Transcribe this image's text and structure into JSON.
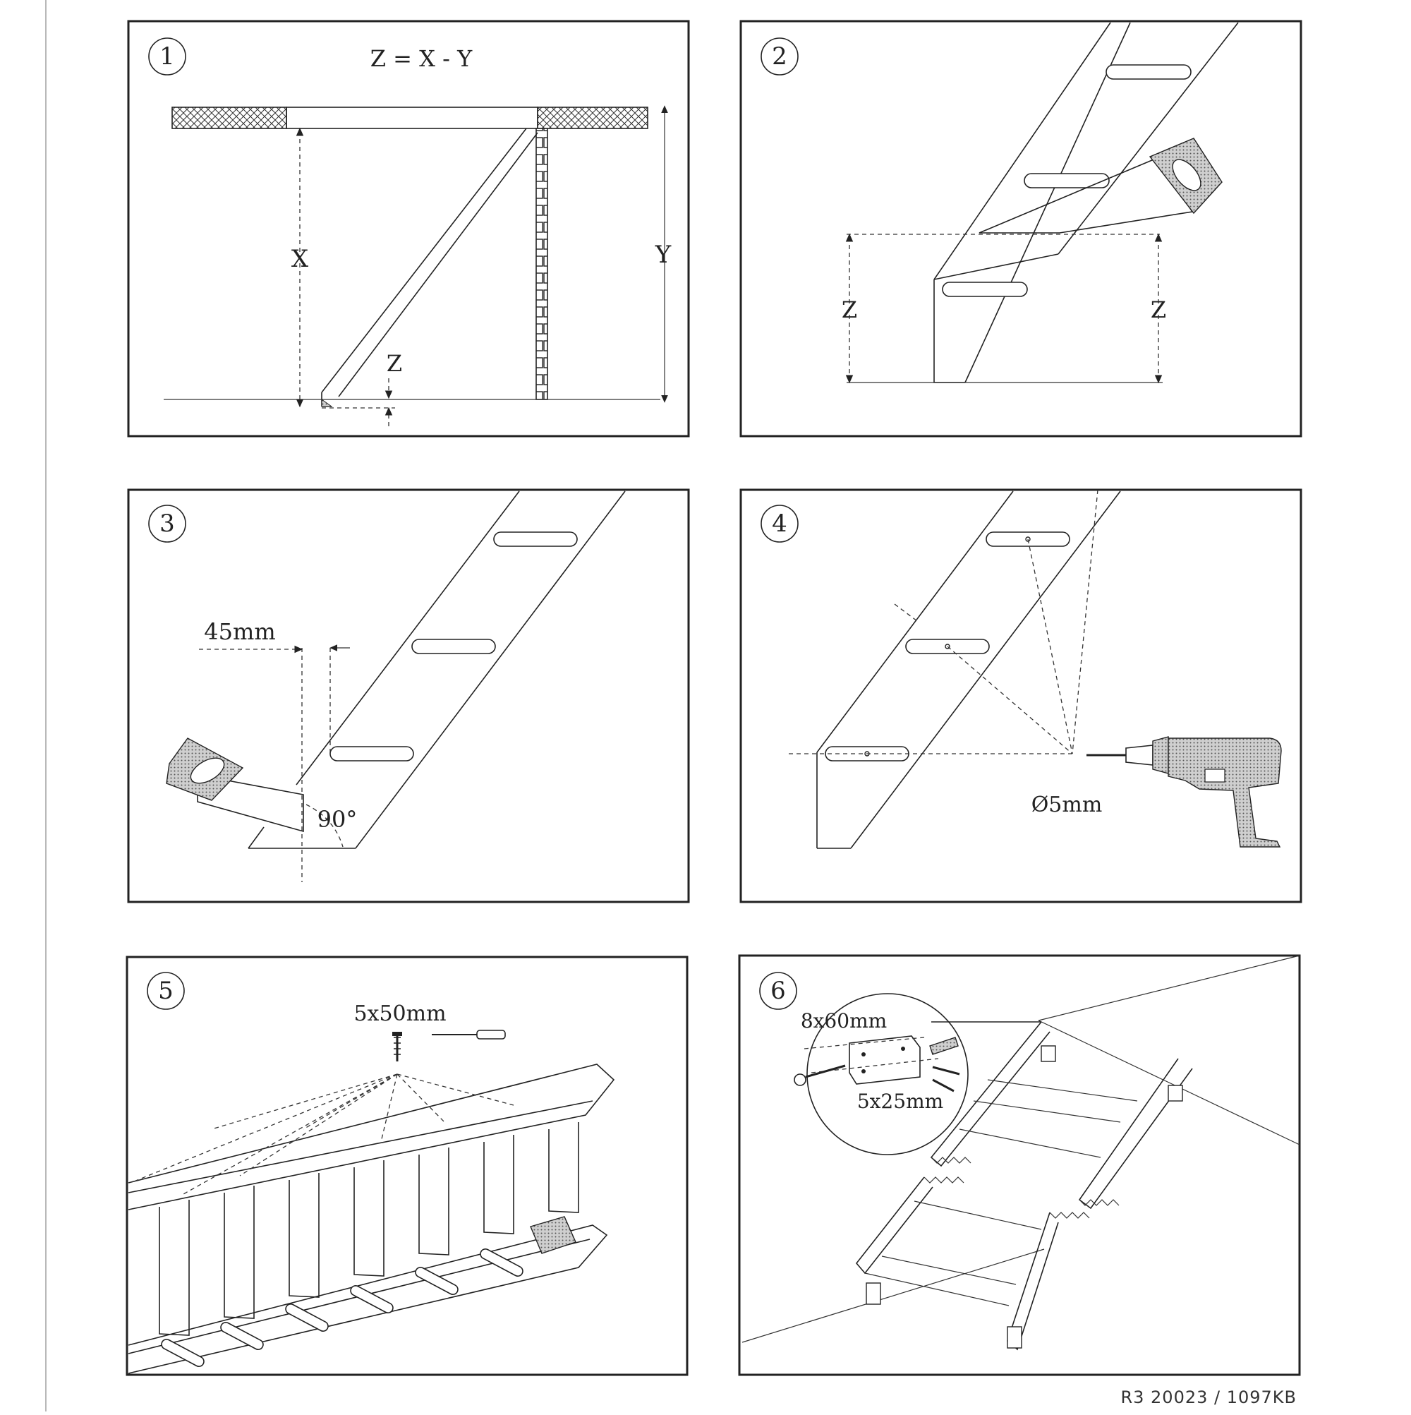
{
  "panels": [
    {
      "number": "1",
      "formula": "Z = X - Y",
      "labels": {
        "x": "X",
        "y": "Y",
        "z": "Z"
      }
    },
    {
      "number": "2",
      "labels": {
        "z_left": "Z",
        "z_right": "Z"
      }
    },
    {
      "number": "3",
      "labels": {
        "offset": "45mm",
        "angle": "90°"
      }
    },
    {
      "number": "4",
      "labels": {
        "drill_diameter": "Ø5mm"
      }
    },
    {
      "number": "5",
      "labels": {
        "screw_size": "5x50mm"
      }
    },
    {
      "number": "6",
      "labels": {
        "bolt_size": "8x60mm",
        "screw_size": "5x25mm"
      }
    }
  ],
  "footer": "R3  20023  /  1097KB"
}
